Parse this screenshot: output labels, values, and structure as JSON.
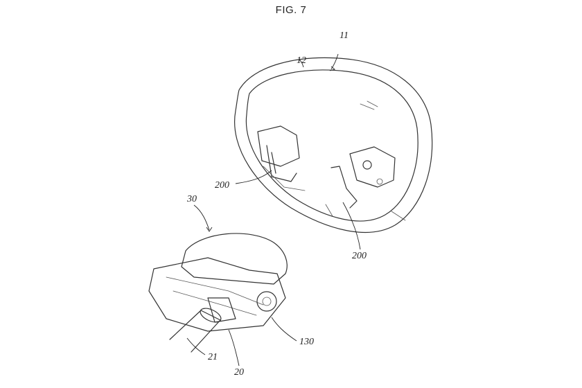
{
  "figure": {
    "title": "FIG. 7",
    "labels": {
      "ref_11": "11",
      "ref_12": "12",
      "ref_200_left": "200",
      "ref_200_right": "200",
      "ref_30": "30",
      "ref_130": "130",
      "ref_21": "21",
      "ref_20": "20"
    }
  }
}
